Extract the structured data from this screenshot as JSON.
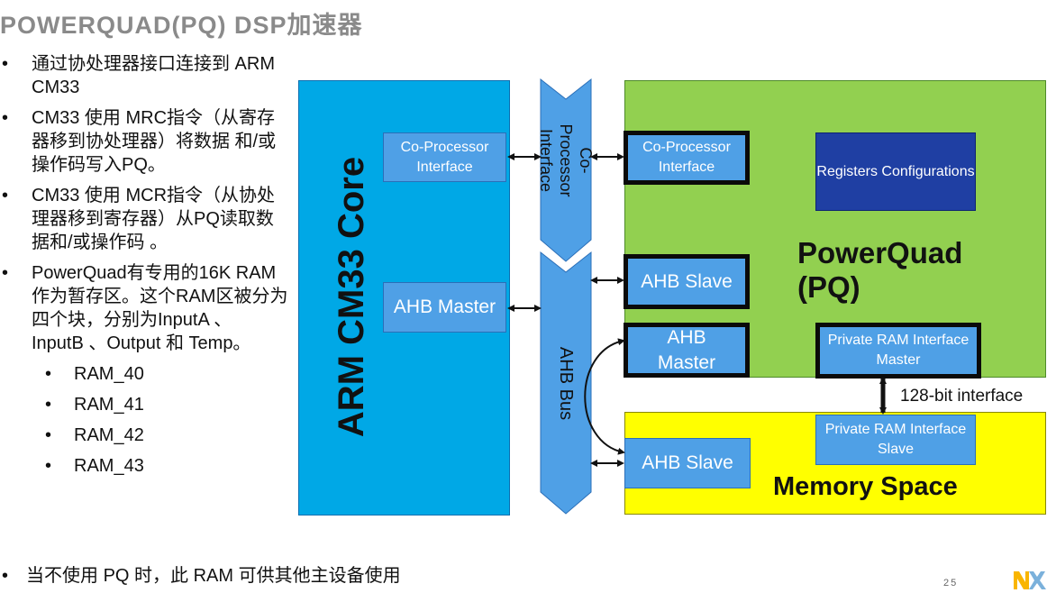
{
  "slide": {
    "title": "POWERQUAD(PQ) DSP加速器",
    "bullets": [
      "通过协处理器接口连接到 ARM CM33",
      "CM33 使用 MRC指令（从寄存器移到协处理器）将数据 和/或 操作码写入PQ。",
      "CM33 使用 MCR指令（从协处理器移到寄存器）从PQ读取数据和/或操作码 。",
      "PowerQuad有专用的16K RAM作为暂存区。这个RAM区被分为四个块，分别为InputA 、 InputB 、Output 和 Temp。"
    ],
    "sub_bullets": [
      "RAM_40",
      "RAM_41",
      "RAM_42",
      "RAM_43"
    ],
    "bottom_note": "当不使用 PQ 时，此 RAM 可供其他主设备使用",
    "bullet_char": "•",
    "page_number": "25"
  },
  "diagram": {
    "arm_core_label": "ARM CM33 Core",
    "arm_cp_interface": "Co-Processor Interface",
    "arm_ahb_master": "AHB Master",
    "cp_bus_label": "Co-Processor Interface",
    "ahb_bus_label": "AHB Bus",
    "pq_cp_interface": "Co-Processor Interface",
    "registers": "Registers Configurations",
    "pq_label": "PowerQuad (PQ)",
    "pq_ahb_slave": "AHB Slave",
    "pq_ahb_master": "AHB Master",
    "private_ram_master": "Private RAM Interface Master",
    "interface_width": "128-bit interface",
    "private_ram_slave": "Private RAM Interface Slave",
    "mem_ahb_slave": "AHB Slave",
    "memory_space_label": "Memory Space"
  },
  "colors": {
    "arm_core": "#00a8e6",
    "powerquad": "#92d050",
    "memory": "#ffff00",
    "block": "#4fa0e6",
    "registers": "#1f3fa3",
    "title": "#8a8a8a"
  }
}
